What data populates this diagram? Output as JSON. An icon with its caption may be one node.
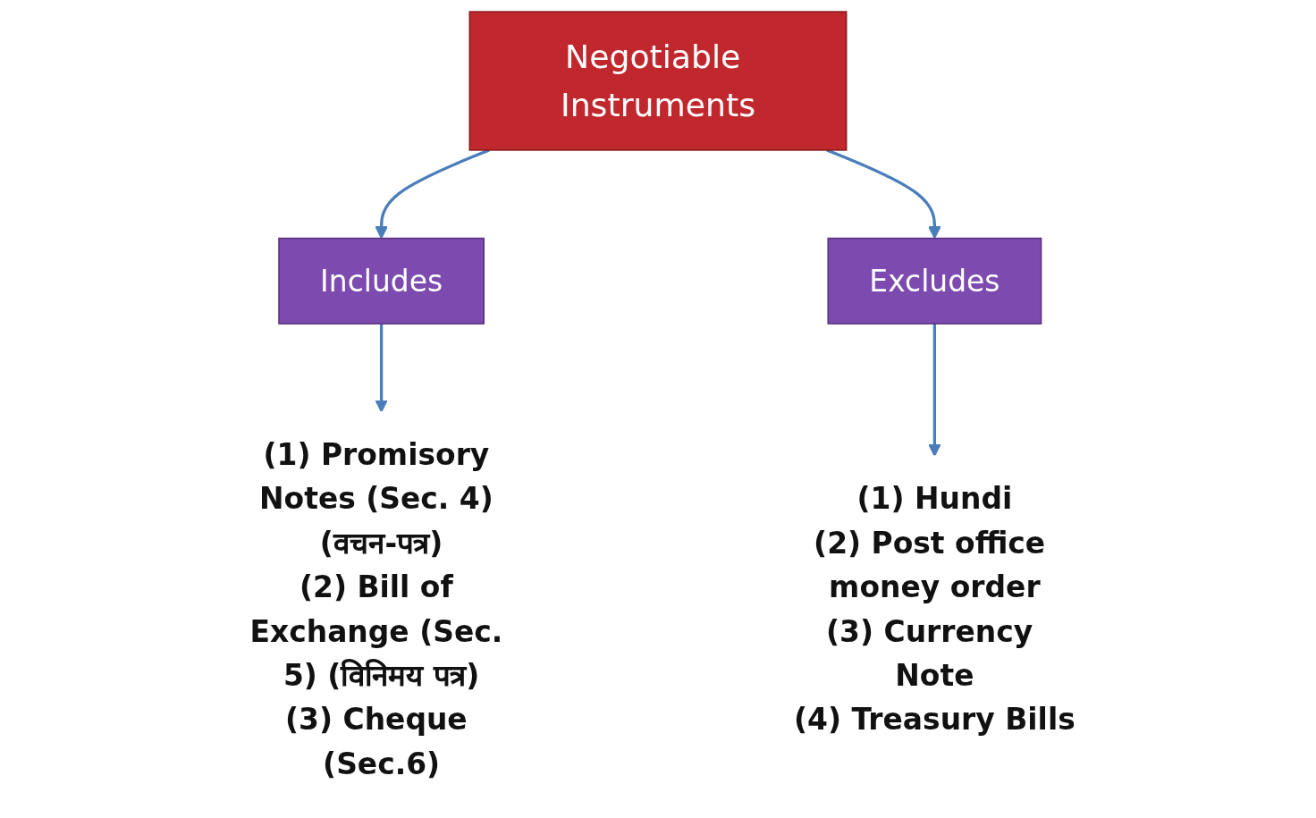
{
  "diagram": {
    "nodes": [
      {
        "text": [
          "Negotiable Instruments"
        ]
      },
      {
        "text": [
          "Includes"
        ]
      },
      {
        "text": [
          "Excludes"
        ]
      },
      {
        "text": [
          "(1) Promisory Notes (Sec. 4) (वचन-पत्र)",
          "(2) Bill of Exchange (Sec. 5) (विनिमय पत्र)",
          "(3) Cheque (Sec.6)"
        ]
      },
      {
        "text": [
          "(1) Hundi",
          "(2) Post office money order",
          "(3) Currency Note",
          "(4) Treasury Bills"
        ]
      }
    ],
    "edges": [
      {
        "from": 0,
        "to": 1,
        "arrow": "to"
      },
      {
        "from": 0,
        "to": 2,
        "arrow": "to"
      },
      {
        "from": 1,
        "to": 3,
        "arrow": "to"
      },
      {
        "from": 2,
        "to": 4,
        "arrow": "to"
      }
    ]
  }
}
